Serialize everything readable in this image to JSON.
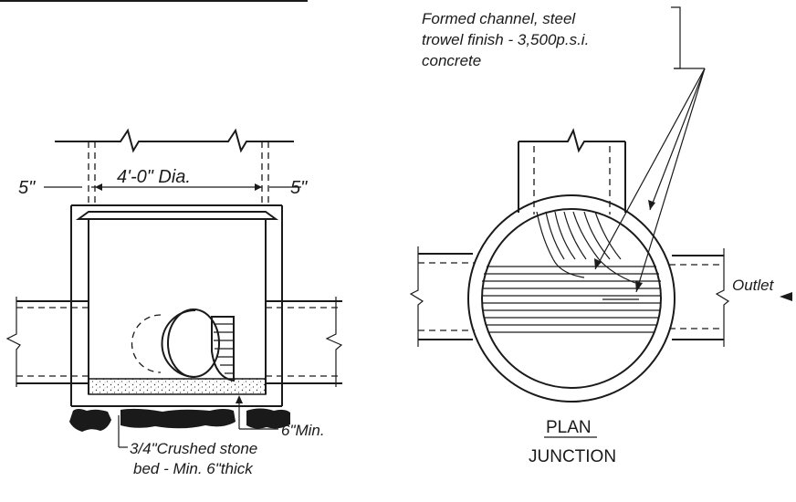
{
  "section": {
    "dim_wall_left": "5\"",
    "dim_diameter": "4'-0\" Dia.",
    "dim_wall_right": "5\"",
    "note_min": "6\"Min.",
    "note_stone_1": "3/4\"Crushed stone",
    "note_stone_2": "bed - Min. 6\"thick"
  },
  "plan": {
    "note_channel_1": "Formed channel, steel",
    "note_channel_2": "trowel finish - 3,500p.s.i.",
    "note_channel_3": "concrete",
    "outlet_label": "Outlet",
    "title": "PLAN",
    "subtitle": "JUNCTION"
  }
}
